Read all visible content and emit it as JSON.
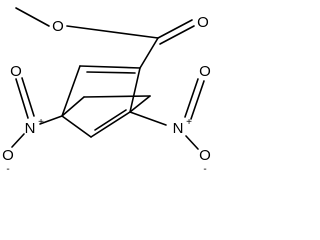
{
  "molecule": {
    "atoms": {
      "ester_ether_o": "O",
      "ester_carbonyl_o": "O",
      "nitro1_n": "N",
      "nitro1_n_charge": "+",
      "nitro1_o_single": "O",
      "nitro1_o_single_charge": "-",
      "nitro1_o_double": "O",
      "nitro2_n": "N",
      "nitro2_n_charge": "+",
      "nitro2_o_single": "O",
      "nitro2_o_single_charge": "-",
      "nitro2_o_double": "O"
    }
  }
}
